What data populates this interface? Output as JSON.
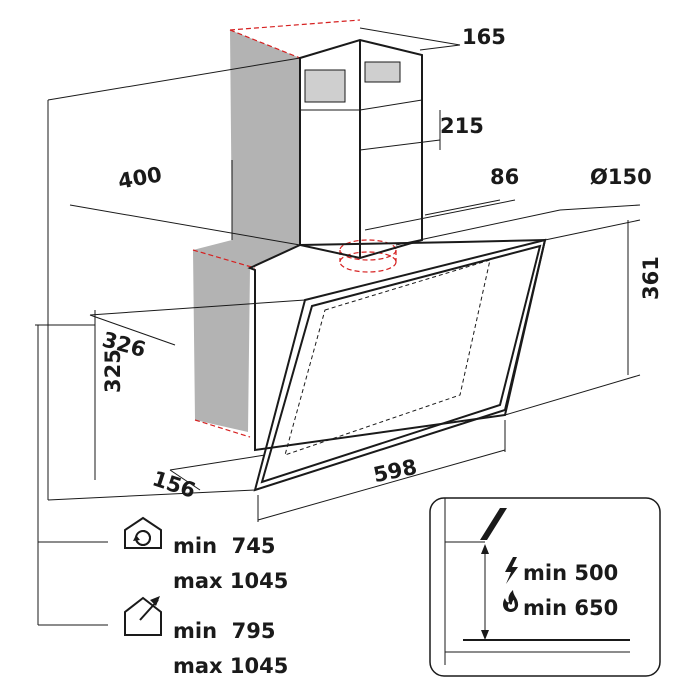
{
  "dimensions": {
    "d165": "165",
    "d215": "215",
    "d400": "400",
    "d86": "86",
    "d150": "Ø150",
    "d361": "361",
    "d326": "326",
    "d325": "325",
    "d156": "156",
    "d598": "598"
  },
  "install": {
    "recirc_min": "min  745",
    "recirc_max": "max 1045",
    "ducted_min": "min  795",
    "ducted_max": "max 1045"
  },
  "clearance": {
    "electric": "min 500",
    "gas": "min 650"
  },
  "colors": {
    "wall": "#b3b3b3",
    "dash": "#d62020",
    "ink": "#1a1a1a"
  }
}
